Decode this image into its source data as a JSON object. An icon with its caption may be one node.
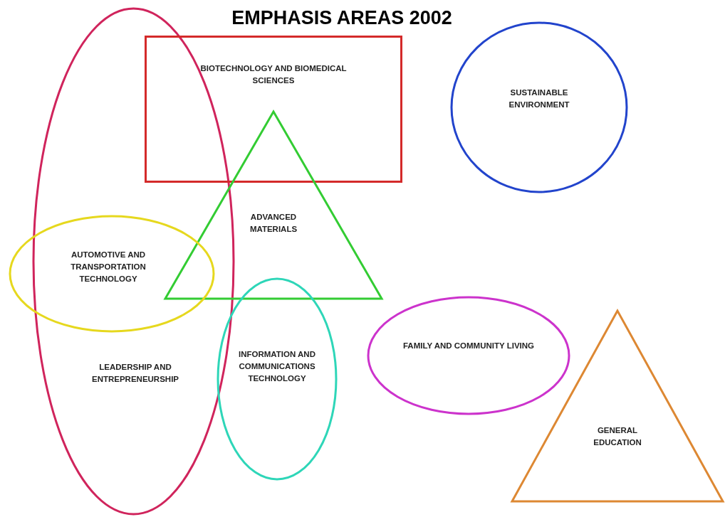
{
  "diagram": {
    "title": "EMPHASIS AREAS 2002",
    "nodes": [
      {
        "text": [
          "LEADERSHIP AND ENTREPRENEURSHIP"
        ]
      },
      {
        "text": [
          "BIOTECHNOLOGY AND BIOMEDICAL SCIENCES"
        ]
      },
      {
        "text": [
          "SUSTAINABLE ENVIRONMENT"
        ]
      },
      {
        "text": [
          "ADVANCED MATERIALS"
        ]
      },
      {
        "text": [
          "AUTOMOTIVE AND TRANSPORTATION TECHNOLOGY"
        ]
      },
      {
        "text": [
          "INFORMATION AND COMMUNICATIONS TECHNOLOGY"
        ]
      },
      {
        "text": [
          "FAMILY AND COMMUNITY LIVING"
        ]
      },
      {
        "text": [
          "GENERAL EDUCATION"
        ]
      }
    ],
    "edges": []
  }
}
